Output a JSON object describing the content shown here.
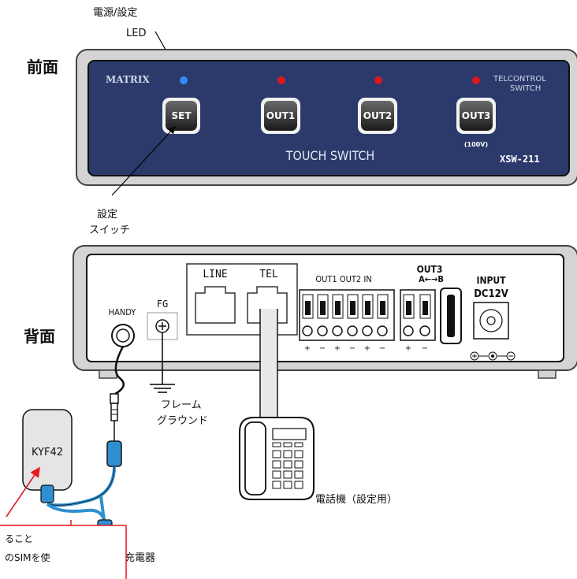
{
  "front": {
    "section_label": "前面",
    "led_callout_line1": "電源/設定",
    "led_callout_line2": "LED",
    "brand": "MATRIX",
    "product_line1": "TELCONTROL",
    "product_line2": "SWITCH",
    "buttons": [
      "SET",
      "OUT1",
      "OUT2",
      "OUT3"
    ],
    "out3_note": "(100V)",
    "touch_switch": "TOUCH SWITCH",
    "model": "XSW-211",
    "set_callout_line1": "設定",
    "set_callout_line2": "スイッチ",
    "colors": {
      "panel": "#2b3a6b",
      "led_blue": "#2f8cff",
      "led_red": "#e0161b"
    }
  },
  "back": {
    "section_label": "背面",
    "ports": {
      "line": "LINE",
      "tel": "TEL",
      "handy": "HANDY",
      "fg": "FG",
      "terminals": "OUT1 OUT2  IN",
      "out3": "OUT3",
      "out3_ab": "A←→B",
      "input_line1": "INPUT",
      "input_line2": "DC12V"
    },
    "polarity": [
      "+",
      "−",
      "+",
      "−",
      "+",
      "−",
      "+",
      "−"
    ]
  },
  "labels": {
    "frame_ground_line1": "フレーム",
    "frame_ground_line2": "グラウンド",
    "phone": "電話機（設定用）",
    "device": "KYF42",
    "charger": "充電器",
    "note_line1": "ること",
    "note_line2": "のSIMを使"
  },
  "colors": {
    "annotation_red": "#e4191f"
  }
}
